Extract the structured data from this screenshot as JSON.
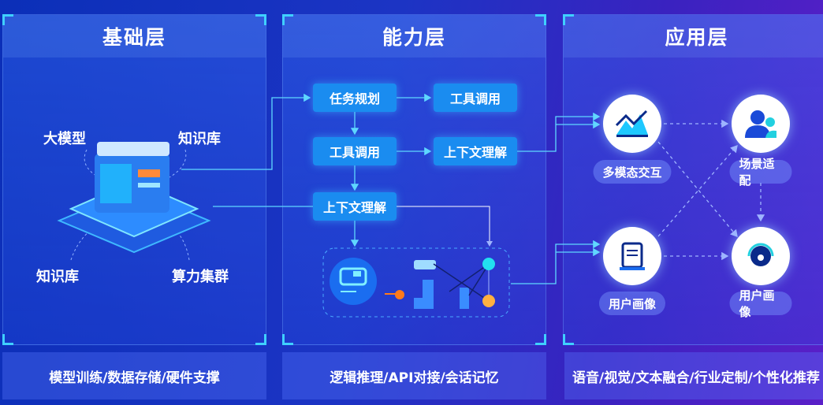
{
  "layers": [
    {
      "title": "基础层",
      "footer": "模型训练/数据存储/硬件支撑"
    },
    {
      "title": "能力层",
      "footer": "逻辑推理/API对接/会话记忆"
    },
    {
      "title": "应用层",
      "footer": "语音/视觉/文本融合/行业定制/个性化推荐"
    }
  ],
  "foundation": {
    "labels": [
      "大模型",
      "知识库",
      "知识库",
      "算力集群"
    ]
  },
  "capability": {
    "boxes": [
      "任务规划",
      "工具调用",
      "工具调用",
      "上下文理解",
      "上下文理解"
    ]
  },
  "application": {
    "nodes": [
      "多模态交互",
      "场景适配",
      "用户画像",
      "用户画像"
    ]
  },
  "colors": {
    "accent": "#1a8cf0",
    "cyan": "#22e0f0",
    "orange": "#ff7a1a"
  }
}
